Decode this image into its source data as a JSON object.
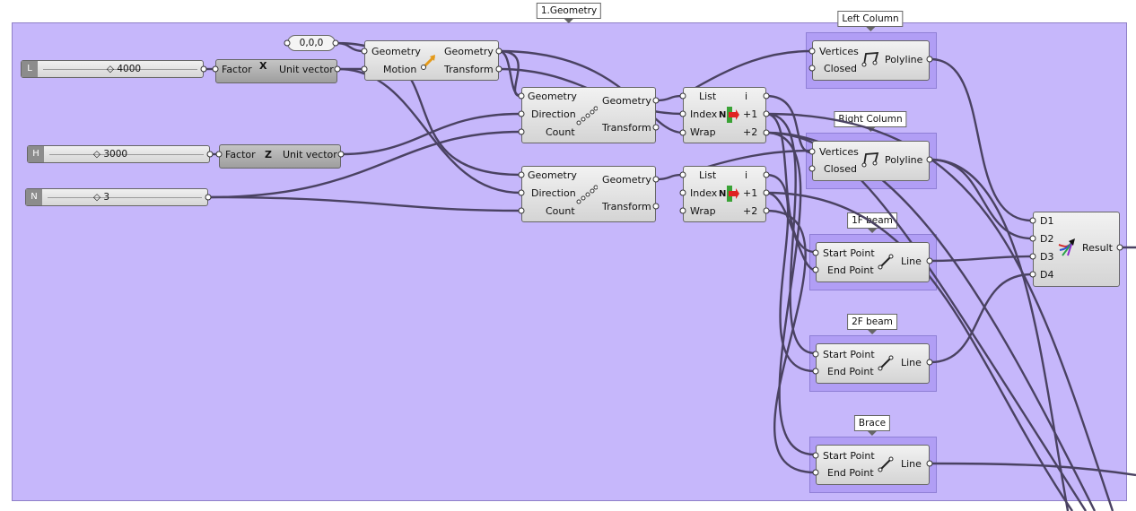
{
  "group": {
    "title": "1.Geometry"
  },
  "panel_origin": {
    "value": "0,0,0"
  },
  "sliders": {
    "L": {
      "tag": "L",
      "value": "4000"
    },
    "H": {
      "tag": "H",
      "value": "3000"
    },
    "N": {
      "tag": "N",
      "value": "3"
    }
  },
  "unit_x": {
    "in": "Factor",
    "out": "Unit vector",
    "icon": "X"
  },
  "unit_z": {
    "in": "Factor",
    "out": "Unit vector",
    "icon": "Z"
  },
  "move": {
    "in1": "Geometry",
    "in2": "Motion",
    "out1": "Geometry",
    "out2": "Transform"
  },
  "linear_array_1": {
    "in1": "Geometry",
    "in2": "Direction",
    "in3": "Count",
    "out1": "Geometry",
    "out2": "Transform"
  },
  "linear_array_2": {
    "in1": "Geometry",
    "in2": "Direction",
    "in3": "Count",
    "out1": "Geometry",
    "out2": "Transform"
  },
  "shift_list_1": {
    "in1": "List",
    "in2": "Index",
    "in3": "Wrap",
    "out1": "i",
    "out2": "+1",
    "out3": "+2",
    "icon": "N"
  },
  "shift_list_2": {
    "in1": "List",
    "in2": "Index",
    "in3": "Wrap",
    "out1": "i",
    "out2": "+1",
    "out3": "+2",
    "icon": "N"
  },
  "left_column": {
    "label": "Left Column",
    "in1": "Vertices",
    "in2": "Closed",
    "out": "Polyline"
  },
  "right_column": {
    "label": "Right Column",
    "in1": "Vertices",
    "in2": "Closed",
    "out": "Polyline"
  },
  "beam_1f": {
    "label": "1F beam",
    "in1": "Start Point",
    "in2": "End Point",
    "out": "Line"
  },
  "beam_2f": {
    "label": "2F beam",
    "in1": "Start Point",
    "in2": "End Point",
    "out": "Line"
  },
  "brace": {
    "label": "Brace",
    "in1": "Start Point",
    "in2": "End Point",
    "out": "Line"
  },
  "merge": {
    "in1": "D1",
    "in2": "D2",
    "in3": "D3",
    "in4": "D4",
    "out": "Result"
  }
}
